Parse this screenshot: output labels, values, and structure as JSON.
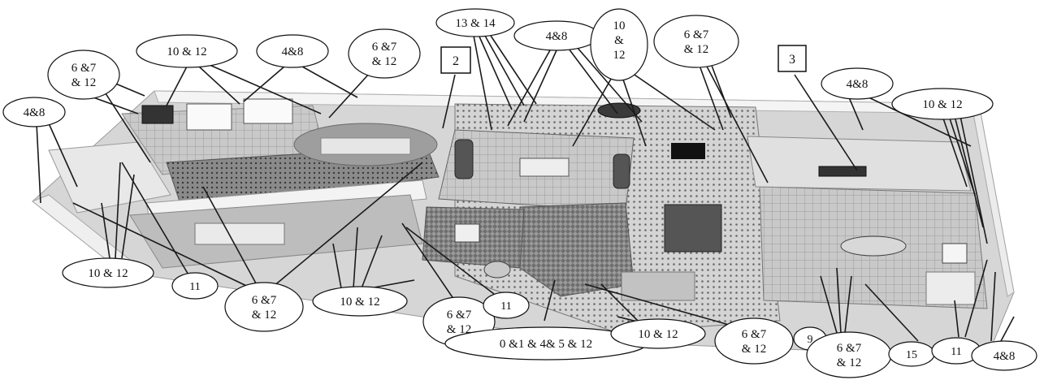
{
  "boxes": {
    "b2": "2",
    "b3": "3"
  },
  "callouts": {
    "c01": [
      "13 & 14"
    ],
    "c02": [
      "4&8"
    ],
    "c03": [
      "10",
      "&",
      "12"
    ],
    "c04": [
      "6 &7",
      "& 12"
    ],
    "c05": [
      "10 & 12"
    ],
    "c06": [
      "4&8"
    ],
    "c07": [
      "6 &7",
      "& 12"
    ],
    "c08": [
      "6 &7",
      "& 12"
    ],
    "c09": [
      "4&8"
    ],
    "c10": [
      "4&8"
    ],
    "c11": [
      "10 & 12"
    ],
    "c12": [
      "10 & 12"
    ],
    "c13": [
      "11"
    ],
    "c14": [
      "6 &7",
      "& 12"
    ],
    "c15": [
      "10 & 12"
    ],
    "c16": [
      "6 &7",
      "& 12"
    ],
    "c17": [
      "11"
    ],
    "c18": [
      "0 &1 & 4& 5 & 12"
    ],
    "c19": [
      "10 & 12"
    ],
    "c20": [
      "6 &7",
      "& 12"
    ],
    "c21": [
      "9"
    ],
    "c22": [
      "6 &7",
      "& 12"
    ],
    "c23": [
      "15"
    ],
    "c24": [
      "11"
    ],
    "c25": [
      "4&8"
    ]
  },
  "colors": {
    "ink": "#111111",
    "floor": "#d9d9d9",
    "wall": "#f2f2f2",
    "dark_floor": "#8c8c8c"
  }
}
